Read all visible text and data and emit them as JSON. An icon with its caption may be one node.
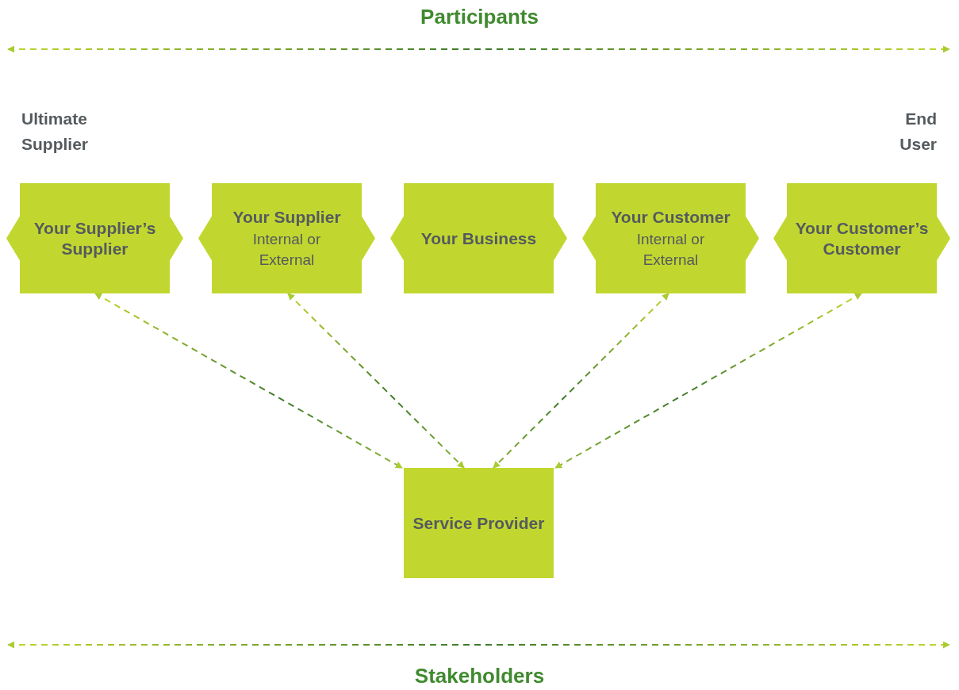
{
  "diagram": {
    "title": "Participants",
    "nodes": [
      {
        "text": [
          "Your Supplier’s Supplier"
        ],
        "beside": [
          "Ultimate Supplier"
        ]
      },
      {
        "text": [
          "Your Supplier",
          "Internal or External"
        ]
      },
      {
        "text": [
          "Your Business"
        ]
      },
      {
        "text": [
          "Your Customer",
          "Internal or External"
        ]
      },
      {
        "text": [
          "Your Customer’s Customer"
        ],
        "beside": [
          "End User"
        ]
      },
      {
        "text": [
          "Service Provider"
        ]
      }
    ],
    "edges": [
      {
        "from": 0,
        "to": 5,
        "arrow": "both",
        "style": "dashed"
      },
      {
        "from": 1,
        "to": 5,
        "arrow": "both",
        "style": "dashed"
      },
      {
        "from": 3,
        "to": 5,
        "arrow": "both",
        "style": "dashed"
      },
      {
        "from": 4,
        "to": 5,
        "arrow": "both",
        "style": "dashed"
      }
    ],
    "labels": [
      "Stakeholders"
    ]
  }
}
